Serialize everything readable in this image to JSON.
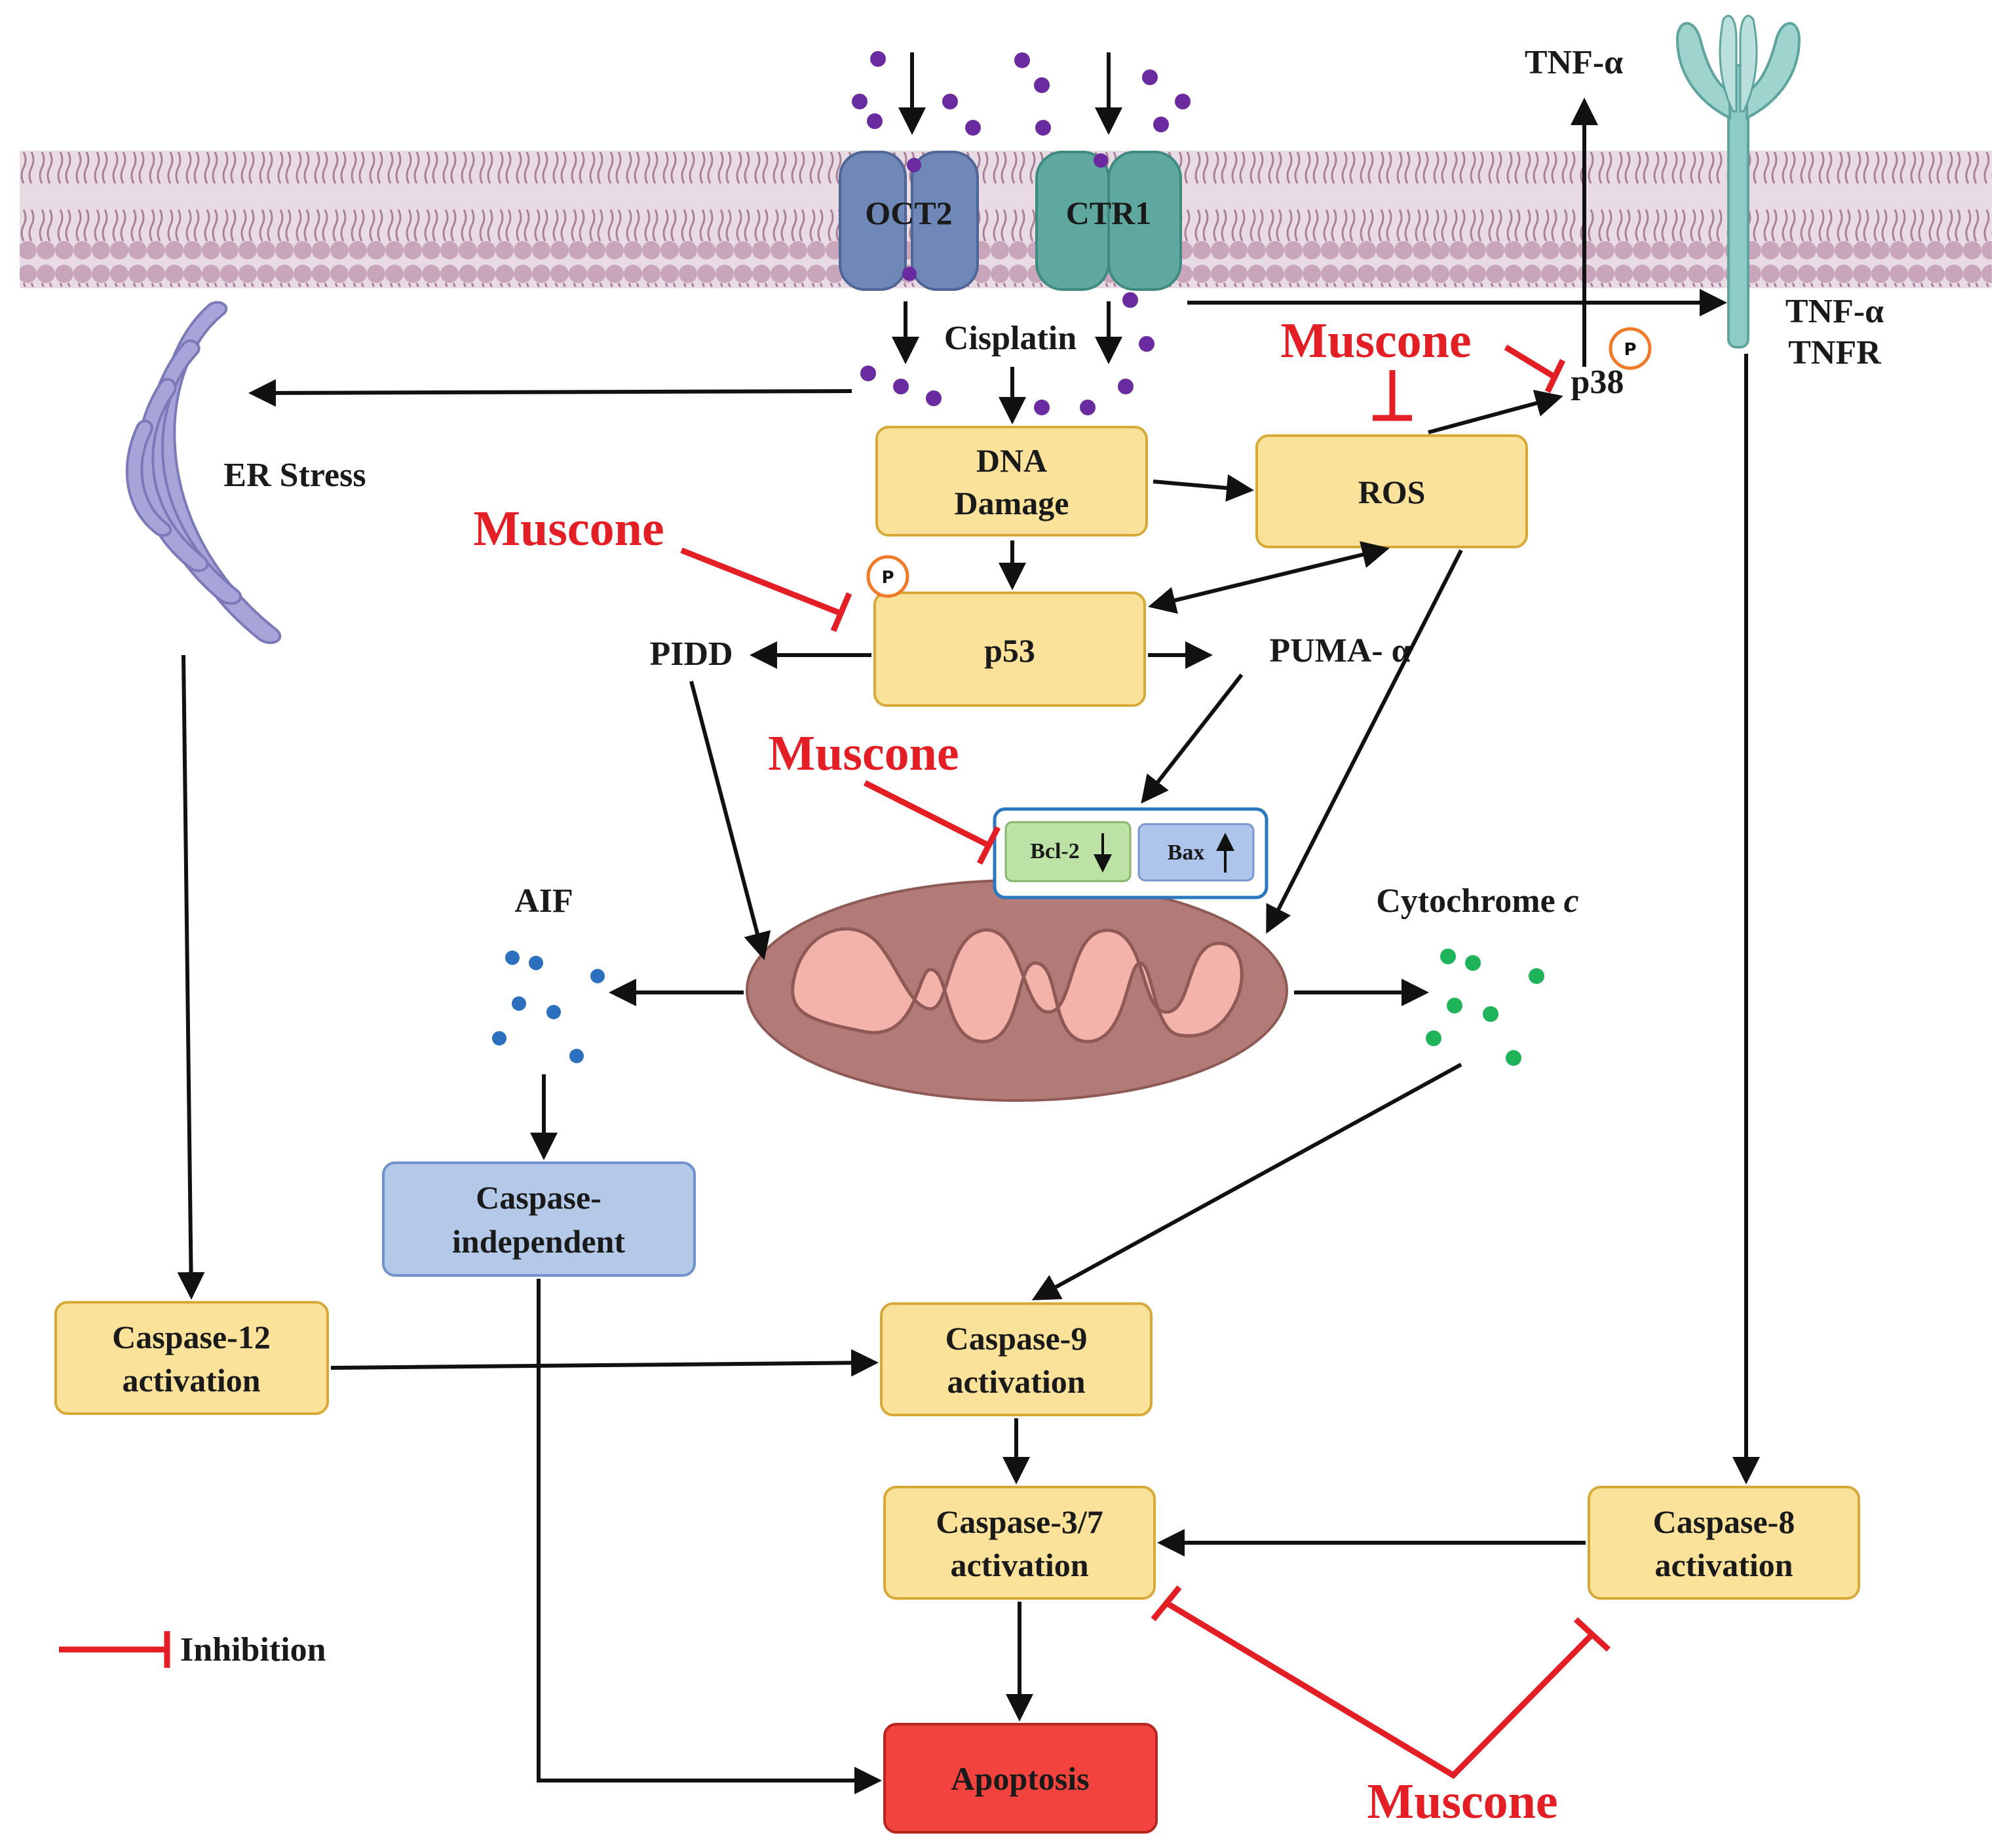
{
  "labels": {
    "oct2": "OCT2",
    "ctr1": "CTR1",
    "cisplatin": "Cisplatin",
    "tnf_alpha_top": "TNF-α",
    "tnf_alpha_receptor": "TNF-α",
    "tnfr": "TNFR",
    "er_stress": "ER Stress",
    "dna_damage_line1": "DNA",
    "dna_damage_line2": "Damage",
    "ros": "ROS",
    "p38": "p38",
    "p53": "p53",
    "pidd": "PIDD",
    "puma": "PUMA- α",
    "bcl2": "Bcl-2",
    "bax": "Bax",
    "aif": "AIF",
    "cytochrome": "Cytochrome ",
    "cytochrome_c": "c",
    "caspase_independent_line1": "Caspase-",
    "caspase_independent_line2": "independent",
    "caspase12_line1": "Caspase-12",
    "caspase12_line2": "activation",
    "caspase9_line1": "Caspase-9",
    "caspase9_line2": "activation",
    "caspase37_line1": "Caspase-3/7",
    "caspase37_line2": "activation",
    "caspase8_line1": "Caspase-8",
    "caspase8_line2": "activation",
    "apoptosis": "Apoptosis",
    "phospho": "P",
    "legend_inhibition": "Inhibition"
  },
  "muscone_labels": [
    "Muscone",
    "Muscone",
    "Muscone",
    "Muscone"
  ],
  "colors": {
    "box_yellow": "#fbe29a",
    "box_yellow_border": "#d6a938",
    "box_blue": "#b4c8e8",
    "box_blue_border": "#6f92cc",
    "apoptosis_red": "#f2433e",
    "apoptosis_border": "#b72520",
    "inhibition_red": "#e31e24",
    "membrane": "#c7a3b9",
    "cisplatin_dots": "#6a2aa0",
    "aif_dots": "#2c6fbf",
    "cytochrome_dots": "#1fb35a",
    "mito_outer": "#b37b77",
    "mito_inner": "#f3b3ab",
    "er_purple": "#a6a4d8",
    "oct2_blue": "#6f88b8",
    "ctr1_teal": "#5fa89f",
    "tnfr_teal": "#8fcbc6",
    "bcl2_green": "#bde2a6",
    "bax_blue": "#aec4ea"
  }
}
